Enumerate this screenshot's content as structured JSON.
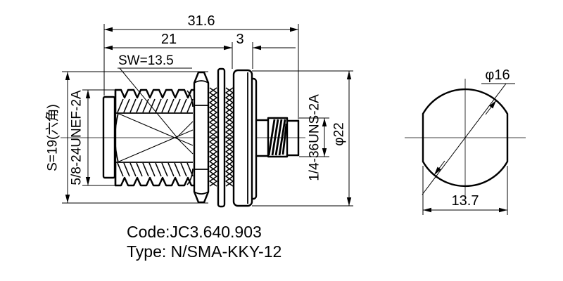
{
  "drawing": {
    "side_view": {
      "overall_length": "31.6",
      "body_length": "21",
      "flange_thickness": "3",
      "wrench_flat": "SW=13.5",
      "hex_size": "S=19(六角)",
      "n_thread_spec": "5/8-24UNEF-2A",
      "sma_thread_spec": "1/4-36UNS-2A",
      "flange_diameter": "φ22"
    },
    "end_view": {
      "diameter": "φ16",
      "across_flats": "13.7"
    },
    "notes": {
      "code_line": "Code:JC3.640.903",
      "type_line": "Type: N/SMA-KKY-12"
    },
    "colors": {
      "line": "#000000",
      "background": "#ffffff"
    }
  }
}
